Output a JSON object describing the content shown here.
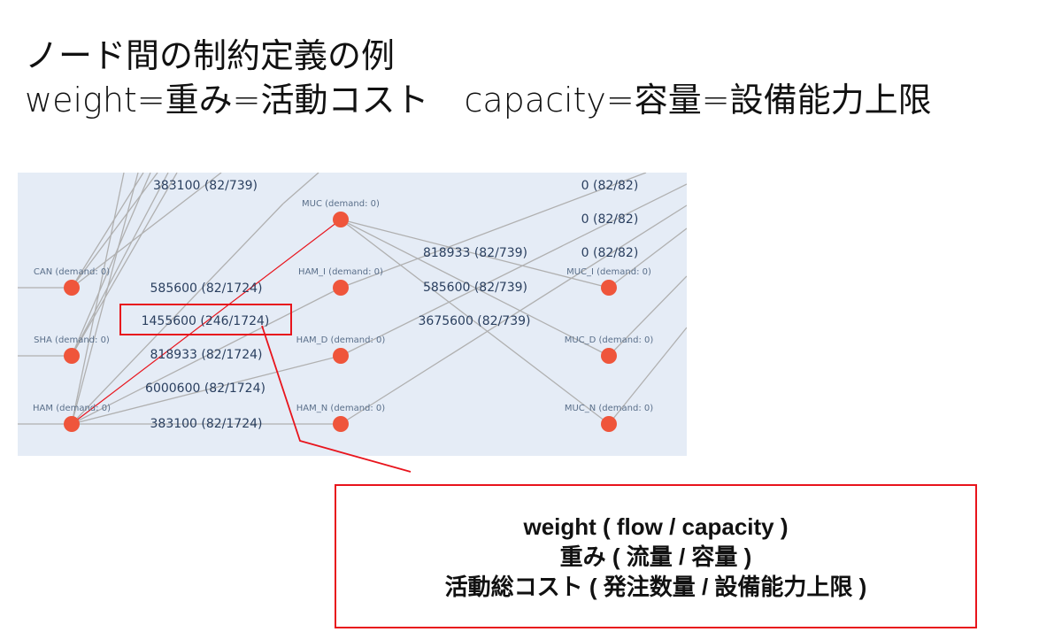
{
  "slide": {
    "title_line1": "ノード間の制約定義の例",
    "title_line2_part1": "weight=重み=活動コスト",
    "title_line2_part2": "capacity=容量=設備能力上限"
  },
  "graph": {
    "background": "#e5ecf6",
    "node_color": "#ef553b",
    "edge_color": "#b0b0b0",
    "highlight_color": "#e8141c",
    "nodes": [
      {
        "id": "CAN",
        "label": "CAN (demand: 0)"
      },
      {
        "id": "SHA",
        "label": "SHA (demand: 0)"
      },
      {
        "id": "HAM",
        "label": "HAM (demand: 0)"
      },
      {
        "id": "MUC",
        "label": "MUC (demand: 0)"
      },
      {
        "id": "HAM_I",
        "label": "HAM_I (demand: 0)"
      },
      {
        "id": "HAM_D",
        "label": "HAM_D (demand: 0)"
      },
      {
        "id": "HAM_N",
        "label": "HAM_N (demand: 0)"
      },
      {
        "id": "MUC_I",
        "label": "MUC_I (demand: 0)"
      },
      {
        "id": "MUC_D",
        "label": "MUC_D (demand: 0)"
      },
      {
        "id": "MUC_N",
        "label": "MUC_N (demand: 0)"
      }
    ],
    "edge_labels": [
      {
        "id": "e1",
        "text": "383100 (82/739)"
      },
      {
        "id": "e2",
        "text": "585600 (82/1724)"
      },
      {
        "id": "e3",
        "text": "1455600 (246/1724)",
        "highlighted": true
      },
      {
        "id": "e4",
        "text": "818933 (82/1724)"
      },
      {
        "id": "e5",
        "text": "6000600 (82/1724)"
      },
      {
        "id": "e6",
        "text": "383100 (82/1724)"
      },
      {
        "id": "e7",
        "text": "818933 (82/739)"
      },
      {
        "id": "e8",
        "text": "585600 (82/739)"
      },
      {
        "id": "e9",
        "text": "3675600 (82/739)"
      },
      {
        "id": "e10",
        "text": "0 (82/82)"
      },
      {
        "id": "e11",
        "text": "0 (82/82)"
      },
      {
        "id": "e12",
        "text": "0 (82/82)"
      }
    ]
  },
  "callout": {
    "line1": "weight ( flow / capacity )",
    "line2": "重み ( 流量 / 容量 )",
    "line3": "活動総コスト ( 発注数量 / 設備能力上限 )"
  }
}
